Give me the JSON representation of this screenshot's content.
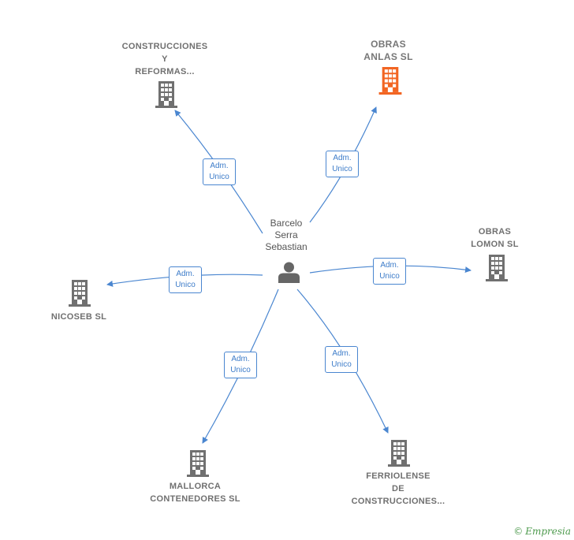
{
  "center": {
    "name": "Barcelo\nSerra\nSebastian",
    "icon": "person-icon"
  },
  "companies": [
    {
      "id": "construcciones-y-reformas",
      "name": "CONSTRUCCIONES\nY\nREFORMAS...",
      "icon": "building-icon",
      "color": "#707070",
      "highlight": false
    },
    {
      "id": "obras-anlas",
      "name": "OBRAS\nANLAS  SL",
      "icon": "building-icon",
      "color": "#f26522",
      "highlight": true
    },
    {
      "id": "obras-lomon",
      "name": "OBRAS\nLOMON  SL",
      "icon": "building-icon",
      "color": "#707070",
      "highlight": false
    },
    {
      "id": "nicoseb",
      "name": "NICOSEB  SL",
      "icon": "building-icon",
      "color": "#707070",
      "highlight": false
    },
    {
      "id": "mallorca-contenedores",
      "name": "MALLORCA\nCONTENEDORES SL",
      "icon": "building-icon",
      "color": "#707070",
      "highlight": false
    },
    {
      "id": "ferriolense",
      "name": "FERRIOLENSE\nDE\nCONSTRUCCIONES...",
      "icon": "building-icon",
      "color": "#707070",
      "highlight": false
    }
  ],
  "relations": [
    {
      "label": "Adm.\nUnico"
    },
    {
      "label": "Adm.\nUnico"
    },
    {
      "label": "Adm.\nUnico"
    },
    {
      "label": "Adm.\nUnico"
    },
    {
      "label": "Adm.\nUnico"
    },
    {
      "label": "Adm.\nUnico"
    }
  ],
  "colors": {
    "edge": "#4a86d0",
    "edge_label_text": "#3d7cc9",
    "node_default": "#707070",
    "node_highlight": "#f26522",
    "person": "#666666"
  },
  "footer": {
    "copyright_symbol": "©",
    "brand": "Empresia"
  }
}
